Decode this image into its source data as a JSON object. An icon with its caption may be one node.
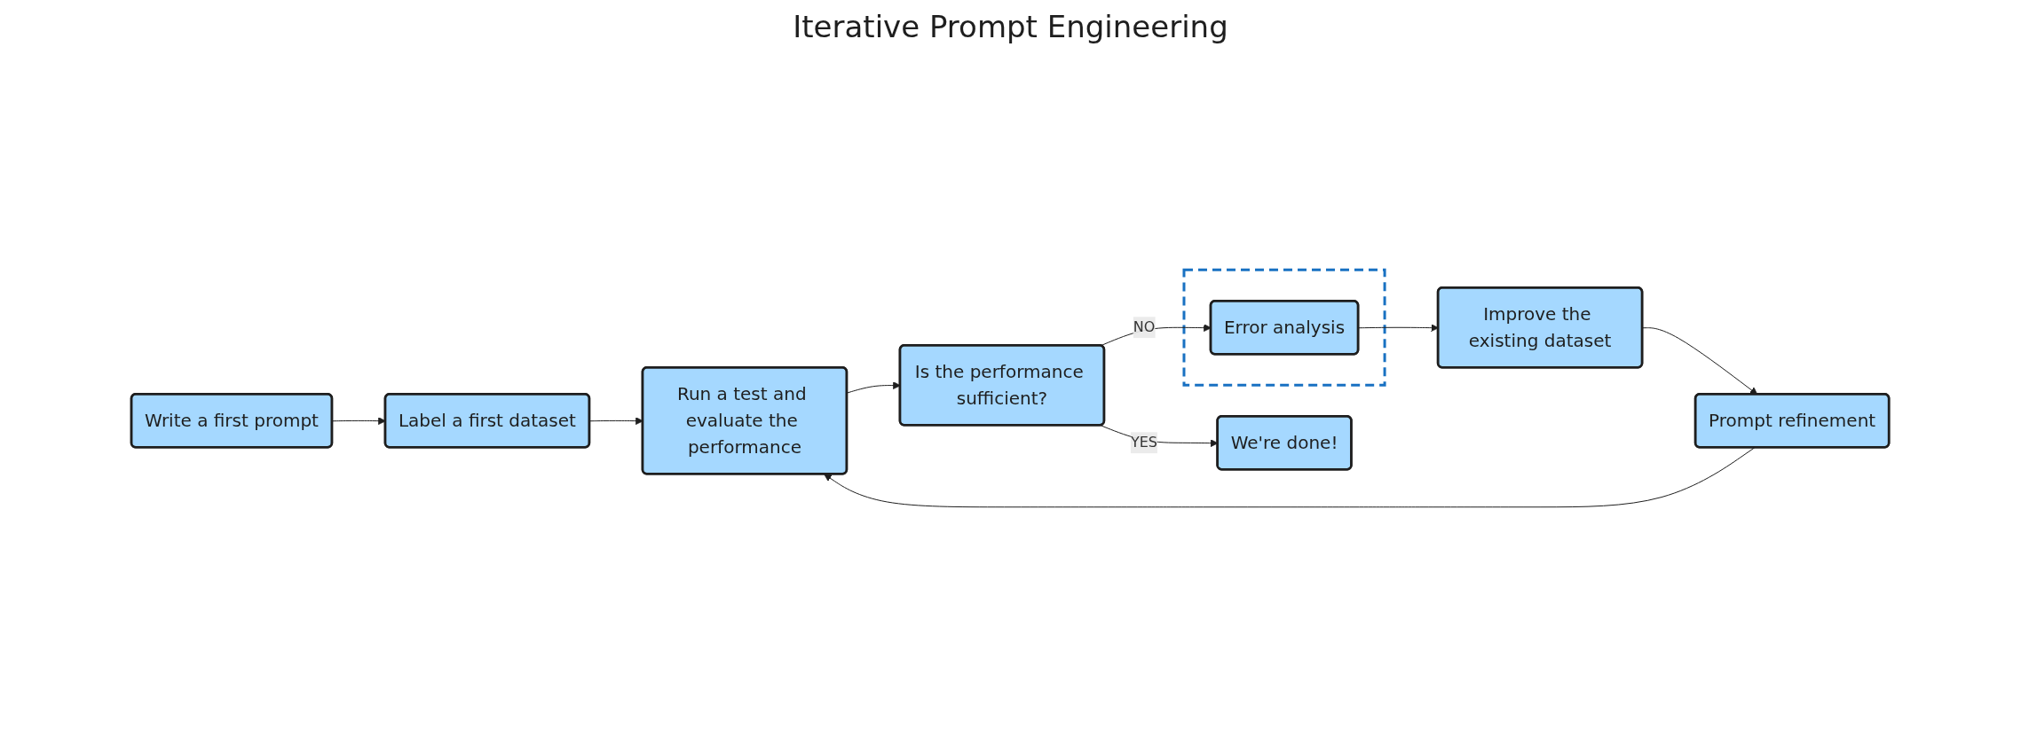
{
  "diagram": {
    "title": "Iterative Prompt Engineering",
    "nodes": [
      {
        "text": [
          "Write a first prompt"
        ]
      },
      {
        "text": [
          "Label a first dataset"
        ]
      },
      {
        "text": [
          "Run a test and evaluate the performance"
        ]
      },
      {
        "text": [
          "Is the performance sufficient?"
        ]
      },
      {
        "text": [
          "We're done!"
        ]
      },
      {
        "text": [],
        "shape": "box"
      },
      {
        "text": [
          "Error analysis"
        ],
        "in": 5
      },
      {
        "text": [
          "Improve the existing dataset"
        ]
      },
      {
        "text": [
          "Prompt refinement"
        ]
      }
    ],
    "edges": [
      {
        "from": 0,
        "to": 1,
        "arrow": "to"
      },
      {
        "from": 1,
        "to": 2,
        "arrow": "to"
      },
      {
        "from": 2,
        "to": 3,
        "arrow": "to"
      },
      {
        "from": 3,
        "to": 4,
        "label": "YES",
        "arrow": "to"
      },
      {
        "from": 3,
        "to": 6,
        "label": "NO",
        "arrow": "to"
      },
      {
        "from": 6,
        "to": 7,
        "arrow": "to"
      },
      {
        "from": 7,
        "to": 8,
        "arrow": "to"
      },
      {
        "from": 8,
        "to": 2,
        "arrow": "to"
      }
    ]
  }
}
